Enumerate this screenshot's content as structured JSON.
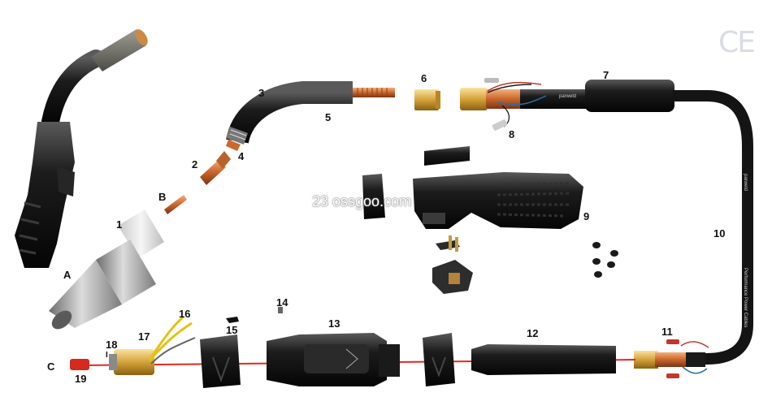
{
  "diagram": {
    "labels": {
      "A": "A",
      "B": "B",
      "C": "C",
      "n1": "1",
      "n2": "2",
      "n3": "3",
      "n4": "4",
      "n5": "5",
      "n6": "6",
      "n7": "7",
      "n8": "8",
      "n9": "9",
      "n10": "10",
      "n11": "11",
      "n12": "12",
      "n13": "13",
      "n14": "14",
      "n15": "15",
      "n16": "16",
      "n17": "17",
      "n18": "18",
      "n19": "19",
      "I": "I"
    },
    "ce_mark": "CE",
    "watermark": "23 ossgoo.com",
    "cable_print_1": "Performance Power Cables",
    "cable_print_2": "parweld",
    "brand": "parweld"
  }
}
